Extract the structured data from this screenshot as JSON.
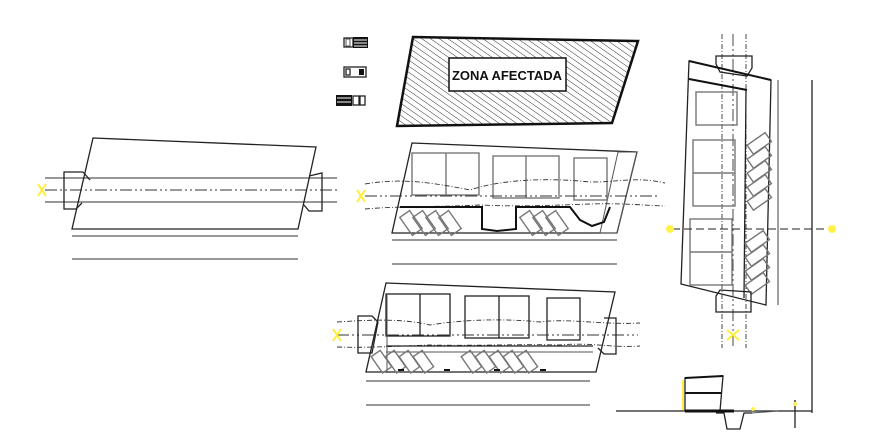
{
  "drawing": {
    "type": "CAD site plan sheet",
    "background": "#ffffff",
    "line_color": "#111111",
    "marker_color": "#ffef3a",
    "hatched_zone": {
      "label": "ZONA AFECTADA",
      "hatch_pattern": "diagonal"
    },
    "vehicle_legend": [
      {
        "icon": "truck-icon"
      },
      {
        "icon": "car-icon"
      },
      {
        "icon": "bus-icon"
      }
    ],
    "views": [
      {
        "id": "plan-empty",
        "description": "Empty parallelogram plot with road axis"
      },
      {
        "id": "plan-option-a",
        "description": "Plot with three building blocks and angled parking"
      },
      {
        "id": "plan-option-b",
        "description": "Plot with three building blocks and extended angled parking"
      },
      {
        "id": "plan-rotated",
        "description": "Vertical plot with building blocks and angled parking"
      },
      {
        "id": "section",
        "description": "Cross-section with building and road profile"
      }
    ]
  }
}
